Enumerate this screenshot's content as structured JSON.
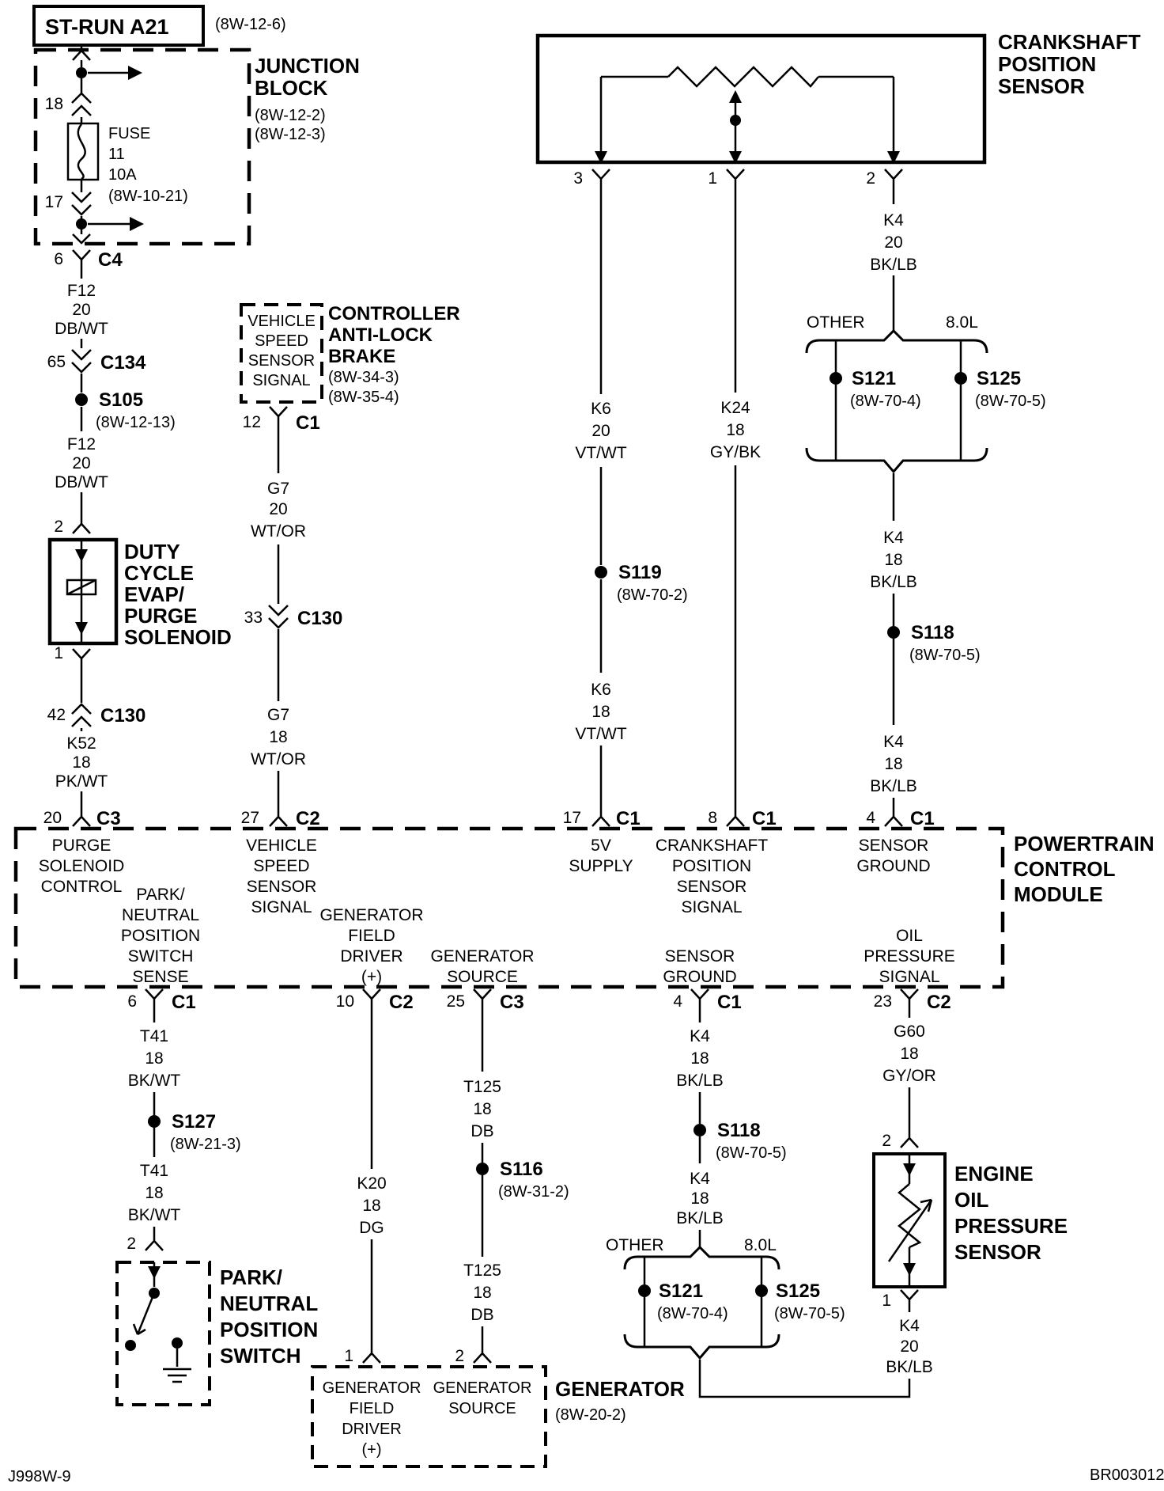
{
  "colors": {
    "ink": "#000000",
    "paper": "#ffffff"
  },
  "footer": {
    "left": "J998W-9",
    "right": "BR003012"
  },
  "strun": {
    "title": "ST-RUN A21",
    "ref": "(8W-12-6)"
  },
  "junction": {
    "label": [
      "JUNCTION",
      "BLOCK"
    ],
    "refs": [
      "(8W-12-2)",
      "(8W-12-3)"
    ],
    "pin_top": "18",
    "pin_bottom": "17",
    "fuse": [
      "FUSE",
      "11",
      "10A",
      "(8W-10-21)"
    ]
  },
  "left": {
    "c4": {
      "pin": "6",
      "name": "C4"
    },
    "f12a": [
      "F12",
      "20",
      "DB/WT"
    ],
    "c134": {
      "pin": "65",
      "name": "C134"
    },
    "s105": {
      "name": "S105",
      "ref": "(8W-12-13)"
    },
    "f12b": [
      "F12",
      "20",
      "DB/WT"
    ],
    "solenoid": {
      "pin_top": "2",
      "pin_bottom": "1",
      "label": [
        "DUTY",
        "CYCLE",
        "EVAP/",
        "PURGE",
        "SOLENOID"
      ]
    },
    "c130": {
      "pin": "42",
      "name": "C130"
    },
    "k52": [
      "K52",
      "18",
      "PK/WT"
    ],
    "c3": {
      "pin": "20",
      "name": "C3"
    }
  },
  "cab": {
    "box": [
      "VEHICLE",
      "SPEED",
      "SENSOR",
      "SIGNAL"
    ],
    "label": [
      "CONTROLLER",
      "ANTI-LOCK",
      "BRAKE"
    ],
    "refs": [
      "(8W-34-3)",
      "(8W-35-4)"
    ],
    "c1": {
      "pin": "12",
      "name": "C1"
    },
    "g7a": [
      "G7",
      "20",
      "WT/OR"
    ],
    "c130": {
      "pin": "33",
      "name": "C130"
    },
    "g7b": [
      "G7",
      "18",
      "WT/OR"
    ],
    "c2": {
      "pin": "27",
      "name": "C2"
    }
  },
  "cks": {
    "label": [
      "CRANKSHAFT",
      "POSITION",
      "SENSOR"
    ],
    "pin3": "3",
    "pin1": "1",
    "pin2": "2",
    "k6a": [
      "K6",
      "20",
      "VT/WT"
    ],
    "s119": {
      "name": "S119",
      "ref": "(8W-70-2)"
    },
    "k6b": [
      "K6",
      "18",
      "VT/WT"
    ],
    "c1_17": {
      "pin": "17",
      "name": "C1"
    },
    "k24": [
      "K24",
      "18",
      "GY/BK"
    ],
    "c1_8": {
      "pin": "8",
      "name": "C1"
    },
    "k4a": [
      "K4",
      "20",
      "BK/LB"
    ],
    "split": {
      "left": "OTHER",
      "right": "8.0L",
      "s121": {
        "name": "S121",
        "ref": "(8W-70-4)"
      },
      "s125": {
        "name": "S125",
        "ref": "(8W-70-5)"
      }
    },
    "k4b": [
      "K4",
      "18",
      "BK/LB"
    ],
    "s118": {
      "name": "S118",
      "ref": "(8W-70-5)"
    },
    "k4c": [
      "K4",
      "18",
      "BK/LB"
    ],
    "c1_4": {
      "pin": "4",
      "name": "C1"
    }
  },
  "pcm": {
    "label": [
      "POWERTRAIN",
      "CONTROL",
      "MODULE"
    ],
    "top": {
      "purge": [
        "PURGE",
        "SOLENOID",
        "CONTROL"
      ],
      "vss": [
        "VEHICLE",
        "SPEED",
        "SENSOR",
        "SIGNAL"
      ],
      "supply": [
        "5V",
        "SUPPLY"
      ],
      "ckp": [
        "CRANKSHAFT",
        "POSITION",
        "SENSOR",
        "SIGNAL"
      ],
      "ground": [
        "SENSOR",
        "GROUND"
      ]
    },
    "bottom": {
      "pnp": [
        "PARK/",
        "NEUTRAL",
        "POSITION",
        "SWITCH",
        "SENSE"
      ],
      "gen_field": [
        "GENERATOR",
        "FIELD",
        "DRIVER",
        "(+)"
      ],
      "gen_source": [
        "GENERATOR",
        "SOURCE"
      ],
      "ground": [
        "SENSOR",
        "GROUND"
      ],
      "oil": [
        "OIL",
        "PRESSURE",
        "SIGNAL"
      ]
    },
    "c1_6": {
      "pin": "6",
      "name": "C1"
    },
    "c2_10": {
      "pin": "10",
      "name": "C2"
    },
    "c3_25": {
      "pin": "25",
      "name": "C3"
    },
    "c1_4": {
      "pin": "4",
      "name": "C1"
    },
    "c2_23": {
      "pin": "23",
      "name": "C2"
    }
  },
  "pnp": {
    "t41a": [
      "T41",
      "18",
      "BK/WT"
    ],
    "s127": {
      "name": "S127",
      "ref": "(8W-21-3)"
    },
    "t41b": [
      "T41",
      "18",
      "BK/WT"
    ],
    "pin": "2",
    "label": [
      "PARK/",
      "NEUTRAL",
      "POSITION",
      "SWITCH"
    ]
  },
  "gen": {
    "k20": [
      "K20",
      "18",
      "DG"
    ],
    "pin1": "1",
    "t125a": [
      "T125",
      "18",
      "DB"
    ],
    "s116": {
      "name": "S116",
      "ref": "(8W-31-2)"
    },
    "t125b": [
      "T125",
      "18",
      "DB"
    ],
    "pin2": "2",
    "field": [
      "GENERATOR",
      "FIELD",
      "DRIVER",
      "(+)"
    ],
    "source": [
      "GENERATOR",
      "SOURCE"
    ],
    "label": {
      "name": "GENERATOR",
      "ref": "(8W-20-2)"
    }
  },
  "sg": {
    "k4d": [
      "K4",
      "18",
      "BK/LB"
    ],
    "s118": {
      "name": "S118",
      "ref": "(8W-70-5)"
    },
    "k4e": [
      "K4",
      "18",
      "BK/LB"
    ],
    "split": {
      "left": "OTHER",
      "right": "8.0L",
      "s121": {
        "name": "S121",
        "ref": "(8W-70-4)"
      },
      "s125": {
        "name": "S125",
        "ref": "(8W-70-5)"
      }
    }
  },
  "oil": {
    "g60": [
      "G60",
      "18",
      "GY/OR"
    ],
    "pin2": "2",
    "label": [
      "ENGINE",
      "OIL",
      "PRESSURE",
      "SENSOR"
    ],
    "pin1": "1",
    "k4f": [
      "K4",
      "20",
      "BK/LB"
    ]
  }
}
